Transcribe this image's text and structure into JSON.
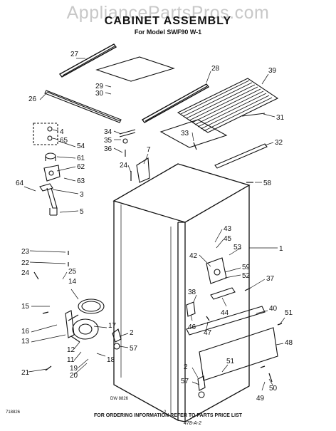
{
  "watermark": "AppliancePartsPros.com",
  "title": "CABINET ASSEMBLY",
  "subtitle": "For Model SWF90 W-1",
  "footer": "FOR ORDERING INFORMATION REFER TO PARTS PRICE LIST",
  "drawing_number": "DW 8826",
  "code": "718826",
  "page_number": "2",
  "handwritten_stamp": "478-A-2",
  "callouts": [
    "27",
    "28",
    "39",
    "29",
    "30",
    "26",
    "31",
    "4",
    "65",
    "54",
    "34",
    "35",
    "36",
    "33",
    "32",
    "61",
    "62",
    "63",
    "7",
    "24",
    "64",
    "3",
    "5",
    "58",
    "1",
    "43",
    "45",
    "53",
    "42",
    "59",
    "52",
    "23",
    "22",
    "24",
    "25",
    "14",
    "37",
    "15",
    "38",
    "44",
    "46",
    "47",
    "16",
    "13",
    "17",
    "2",
    "40",
    "51",
    "12",
    "11",
    "57",
    "48",
    "19",
    "20",
    "18",
    "21",
    "2",
    "51",
    "57",
    "50",
    "49"
  ]
}
